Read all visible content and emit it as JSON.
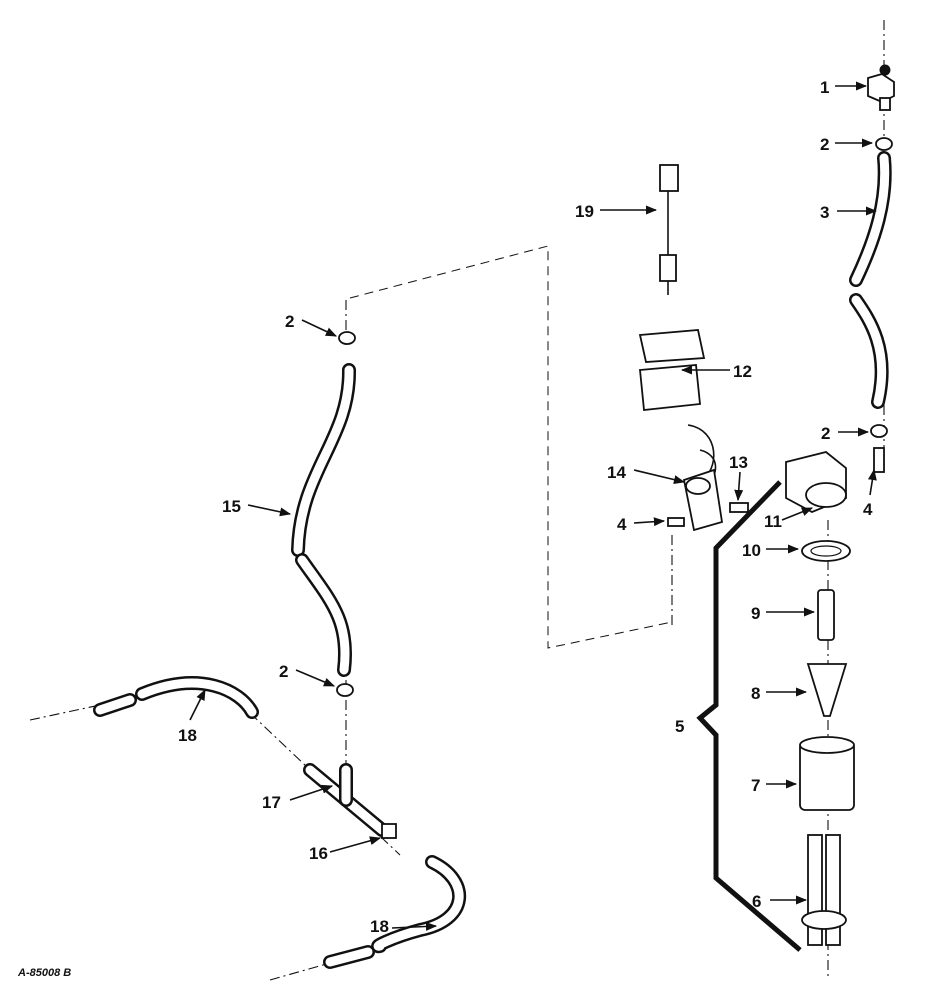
{
  "drawing_code": "A-85008 B",
  "callouts": {
    "c1": "1",
    "c2a": "2",
    "c3": "3",
    "c2b": "2",
    "c19": "19",
    "c12": "12",
    "c13": "13",
    "c14": "14",
    "c4a": "4",
    "c4b": "4",
    "c11": "11",
    "c10": "10",
    "c9": "9",
    "c8": "8",
    "c5": "5",
    "c7": "7",
    "c6": "6",
    "c2c": "2",
    "c15": "15",
    "c2d": "2",
    "c18a": "18",
    "c17": "17",
    "c16": "16",
    "c18b": "18"
  }
}
